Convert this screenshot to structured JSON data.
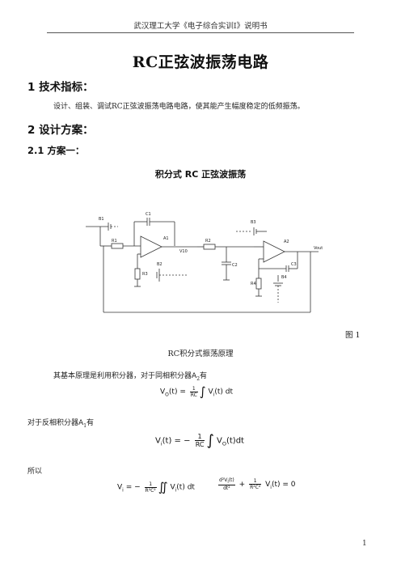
{
  "header": "武汉理工大学《电子综合实训Ⅰ》说明书",
  "title": "RC正弦波振荡电路",
  "section1": {
    "heading": "1 技术指标：",
    "text": "设计、组装、调试RC正弦波振荡电路电路，使其能产生幅度稳定的低频振荡。"
  },
  "section2": {
    "heading": "2 设计方案："
  },
  "section21": {
    "heading": "2.1 方案一："
  },
  "figure": {
    "title": "积分式 RC 正弦波振荡",
    "number": "图 1",
    "caption": "RC积分式振荡原理",
    "labels": {
      "b1": "B1",
      "c1": "C1",
      "r1": "R1",
      "a1": "A1",
      "r2": "R2",
      "b2": "B2",
      "r3": "R3",
      "c2": "C2",
      "b3": "B3",
      "a2": "A2",
      "c3": "C3",
      "r4": "R4",
      "b4": "B4",
      "vout": "Vout",
      "v10": "V10"
    }
  },
  "text1": {
    "prefix": "其基本原理是利用积分器，对于同相积分器",
    "var": "A",
    "sub": "2",
    "suffix": "有"
  },
  "eq1": {
    "lhs": "V",
    "lhs_sub": "O",
    "lhs_arg": "(t) =",
    "num": "1",
    "den": "RC",
    "rhs": "V",
    "rhs_sub": "i",
    "rhs_arg": "(t) dt"
  },
  "text2": {
    "prefix": "对于反相积分器",
    "var": "A",
    "sub": "1",
    "suffix": "有"
  },
  "eq2": {
    "lhs": "V",
    "lhs_sub": "i",
    "lhs_arg": "(t) = −",
    "num": "1",
    "den": "RC",
    "rhs": "V",
    "rhs_sub": "O",
    "rhs_arg": "(t)dt"
  },
  "text3": "所以",
  "eq3": {
    "lhs": "V",
    "lhs_sub": "i",
    "eq": "= −",
    "num": "1",
    "den": "R²C²",
    "rhs": "V",
    "rhs_sub": "i",
    "rhs_arg": "(t) dt"
  },
  "eq4": {
    "num": "d²V",
    "num_sub": "i",
    "num_arg": "(t)",
    "den": "dt²",
    "plus": "+",
    "num2": "1",
    "den2": "R²C²",
    "v": "V",
    "v_sub": "i",
    "v_arg": "(t) = 0"
  },
  "page_number": "1"
}
